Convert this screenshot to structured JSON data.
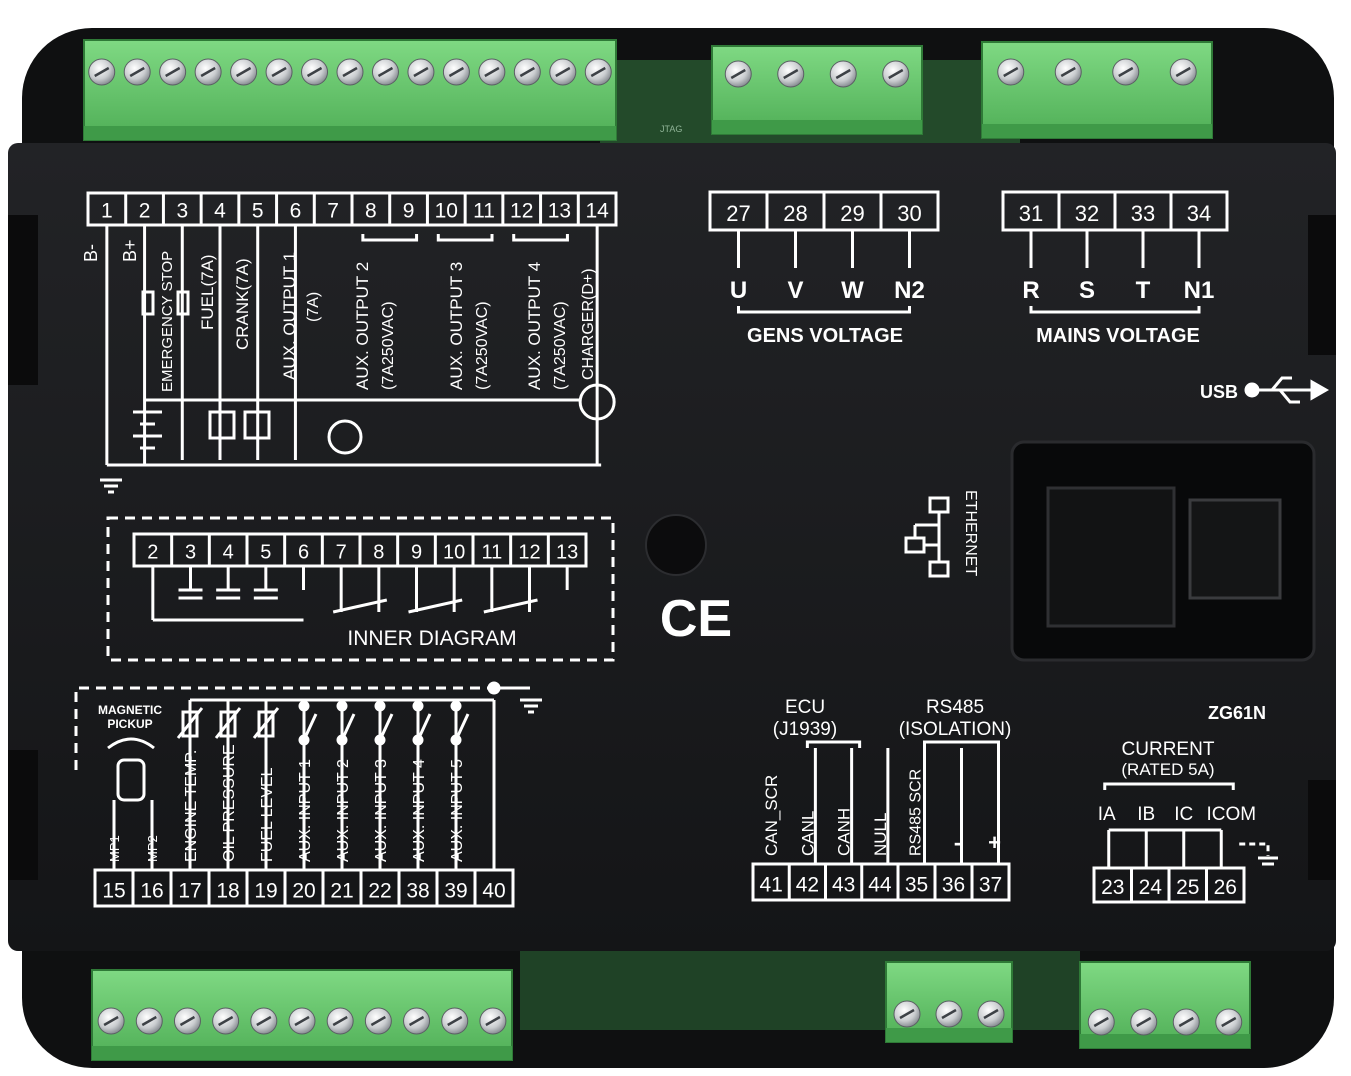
{
  "top_left_pins": [
    "1",
    "2",
    "3",
    "4",
    "5",
    "6",
    "7",
    "8",
    "9",
    "10",
    "11",
    "12",
    "13",
    "14"
  ],
  "top_left_labels": {
    "b_minus": "B-",
    "b_plus": "B+",
    "emergency_stop": "EMERGENCY STOP",
    "fuel": "FUEL(7A)",
    "crank": "CRANK(7A)",
    "aux_output_1": "AUX. OUTPUT 1",
    "aux_output_1_rating": "(7A)",
    "aux_output_2": "AUX. OUTPUT 2",
    "aux_output_3": "AUX. OUTPUT 3",
    "aux_output_4": "AUX. OUTPUT 4",
    "rating_250vac": "(7A250VAC)",
    "charger": "CHARGER(D+)"
  },
  "gens": {
    "pins": [
      "27",
      "28",
      "29",
      "30"
    ],
    "phases": [
      "U",
      "V",
      "W",
      "N2"
    ],
    "title": "GENS VOLTAGE"
  },
  "mains": {
    "pins": [
      "31",
      "32",
      "33",
      "34"
    ],
    "phases": [
      "R",
      "S",
      "T",
      "N1"
    ],
    "title": "MAINS VOLTAGE"
  },
  "usb_label": "USB",
  "ethernet_label": "ETHERNET",
  "ce_mark": "CE",
  "inner_diagram": {
    "pins": [
      "2",
      "3",
      "4",
      "5",
      "6",
      "7",
      "8",
      "9",
      "10",
      "11",
      "12",
      "13"
    ],
    "title": "INNER DIAGRAM"
  },
  "bottom_left": {
    "pins": [
      "15",
      "16",
      "17",
      "18",
      "19",
      "20",
      "21",
      "22",
      "38",
      "39",
      "40"
    ],
    "labels": [
      "MP1",
      "MP2",
      "ENGINE TEMP.",
      "OIL PRESSURE",
      "FUEL LEVEL",
      "AUX. INPUT 1",
      "AUX. INPUT 2",
      "AUX. INPUT 3",
      "AUX. INPUT 4",
      "AUX. INPUT 5"
    ],
    "magnetic_pickup_1": "MAGNETIC",
    "magnetic_pickup_2": "PICKUP"
  },
  "ecu": {
    "title": "ECU",
    "subtitle": "(J1939)",
    "labels": [
      "CAN_SCR",
      "CANL",
      "CANH",
      "NULL"
    ],
    "pins": [
      "41",
      "42",
      "43",
      "44"
    ]
  },
  "rs485": {
    "title": "RS485",
    "subtitle": "(ISOLATION)",
    "labels": [
      "RS485 SCR",
      "-",
      "+"
    ],
    "pins": [
      "35",
      "36",
      "37"
    ]
  },
  "model": "ZG61N",
  "current": {
    "title": "CURRENT",
    "subtitle": "(RATED 5A)",
    "labels": [
      "IA",
      "IB",
      "IC",
      "ICOM"
    ],
    "pins": [
      "23",
      "24",
      "25",
      "26"
    ]
  },
  "board_text": "JTAG",
  "colors": {
    "body": "#17181a",
    "panel": "#1c1d1f",
    "terminal_green": "#6fce73",
    "terminal_dark": "#3f9a48",
    "print": "#ffffff"
  }
}
